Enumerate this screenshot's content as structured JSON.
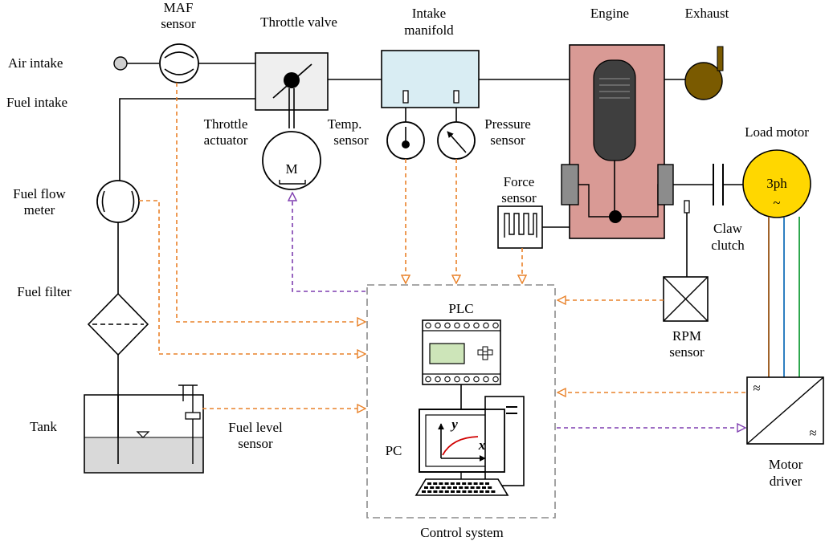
{
  "labels": {
    "maf_sensor_l1": "MAF",
    "maf_sensor_l2": "sensor",
    "throttle_valve": "Throttle valve",
    "intake_manifold_l1": "Intake",
    "intake_manifold_l2": "manifold",
    "engine": "Engine",
    "exhaust": "Exhaust",
    "air_intake": "Air intake",
    "fuel_intake": "Fuel intake",
    "throttle_actuator_l1": "Throttle",
    "throttle_actuator_l2": "actuator",
    "temp_sensor_l1": "Temp.",
    "temp_sensor_l2": "sensor",
    "pressure_sensor_l1": "Pressure",
    "pressure_sensor_l2": "sensor",
    "load_motor": "Load motor",
    "load_motor_symbol": "3ph",
    "load_motor_tilde": "~",
    "motor_glyph": "M",
    "fuel_flow_meter_l1": "Fuel flow",
    "fuel_flow_meter_l2": "meter",
    "force_sensor_l1": "Force",
    "force_sensor_l2": "sensor",
    "claw_clutch_l1": "Claw",
    "claw_clutch_l2": "clutch",
    "fuel_filter": "Fuel filter",
    "plc": "PLC",
    "rpm_sensor_l1": "RPM",
    "rpm_sensor_l2": "sensor",
    "tank": "Tank",
    "fuel_level_sensor_l1": "Fuel level",
    "fuel_level_sensor_l2": "sensor",
    "pc": "PC",
    "plot_y": "y",
    "plot_x": "x",
    "motor_driver_l1": "Motor",
    "motor_driver_l2": "driver",
    "driver_ac": "≈",
    "driver_dc": "≈",
    "control_system": "Control system"
  },
  "colors": {
    "sensor_signal": "#e9822a",
    "control_signal": "#7f3fb0",
    "engine_block": "#d99a95",
    "cylinder": "#3f3f3f",
    "exhaust": "#7a5a00",
    "manifold": "#d9edf3",
    "throttle_box": "#efefef",
    "load_motor": "#ffd700",
    "tank_fuel": "#d9d9d9",
    "plc_display": "#cde5b9",
    "phase_a": "#a0632a",
    "phase_b": "#2f7fc1",
    "phase_c": "#2fa84f"
  }
}
